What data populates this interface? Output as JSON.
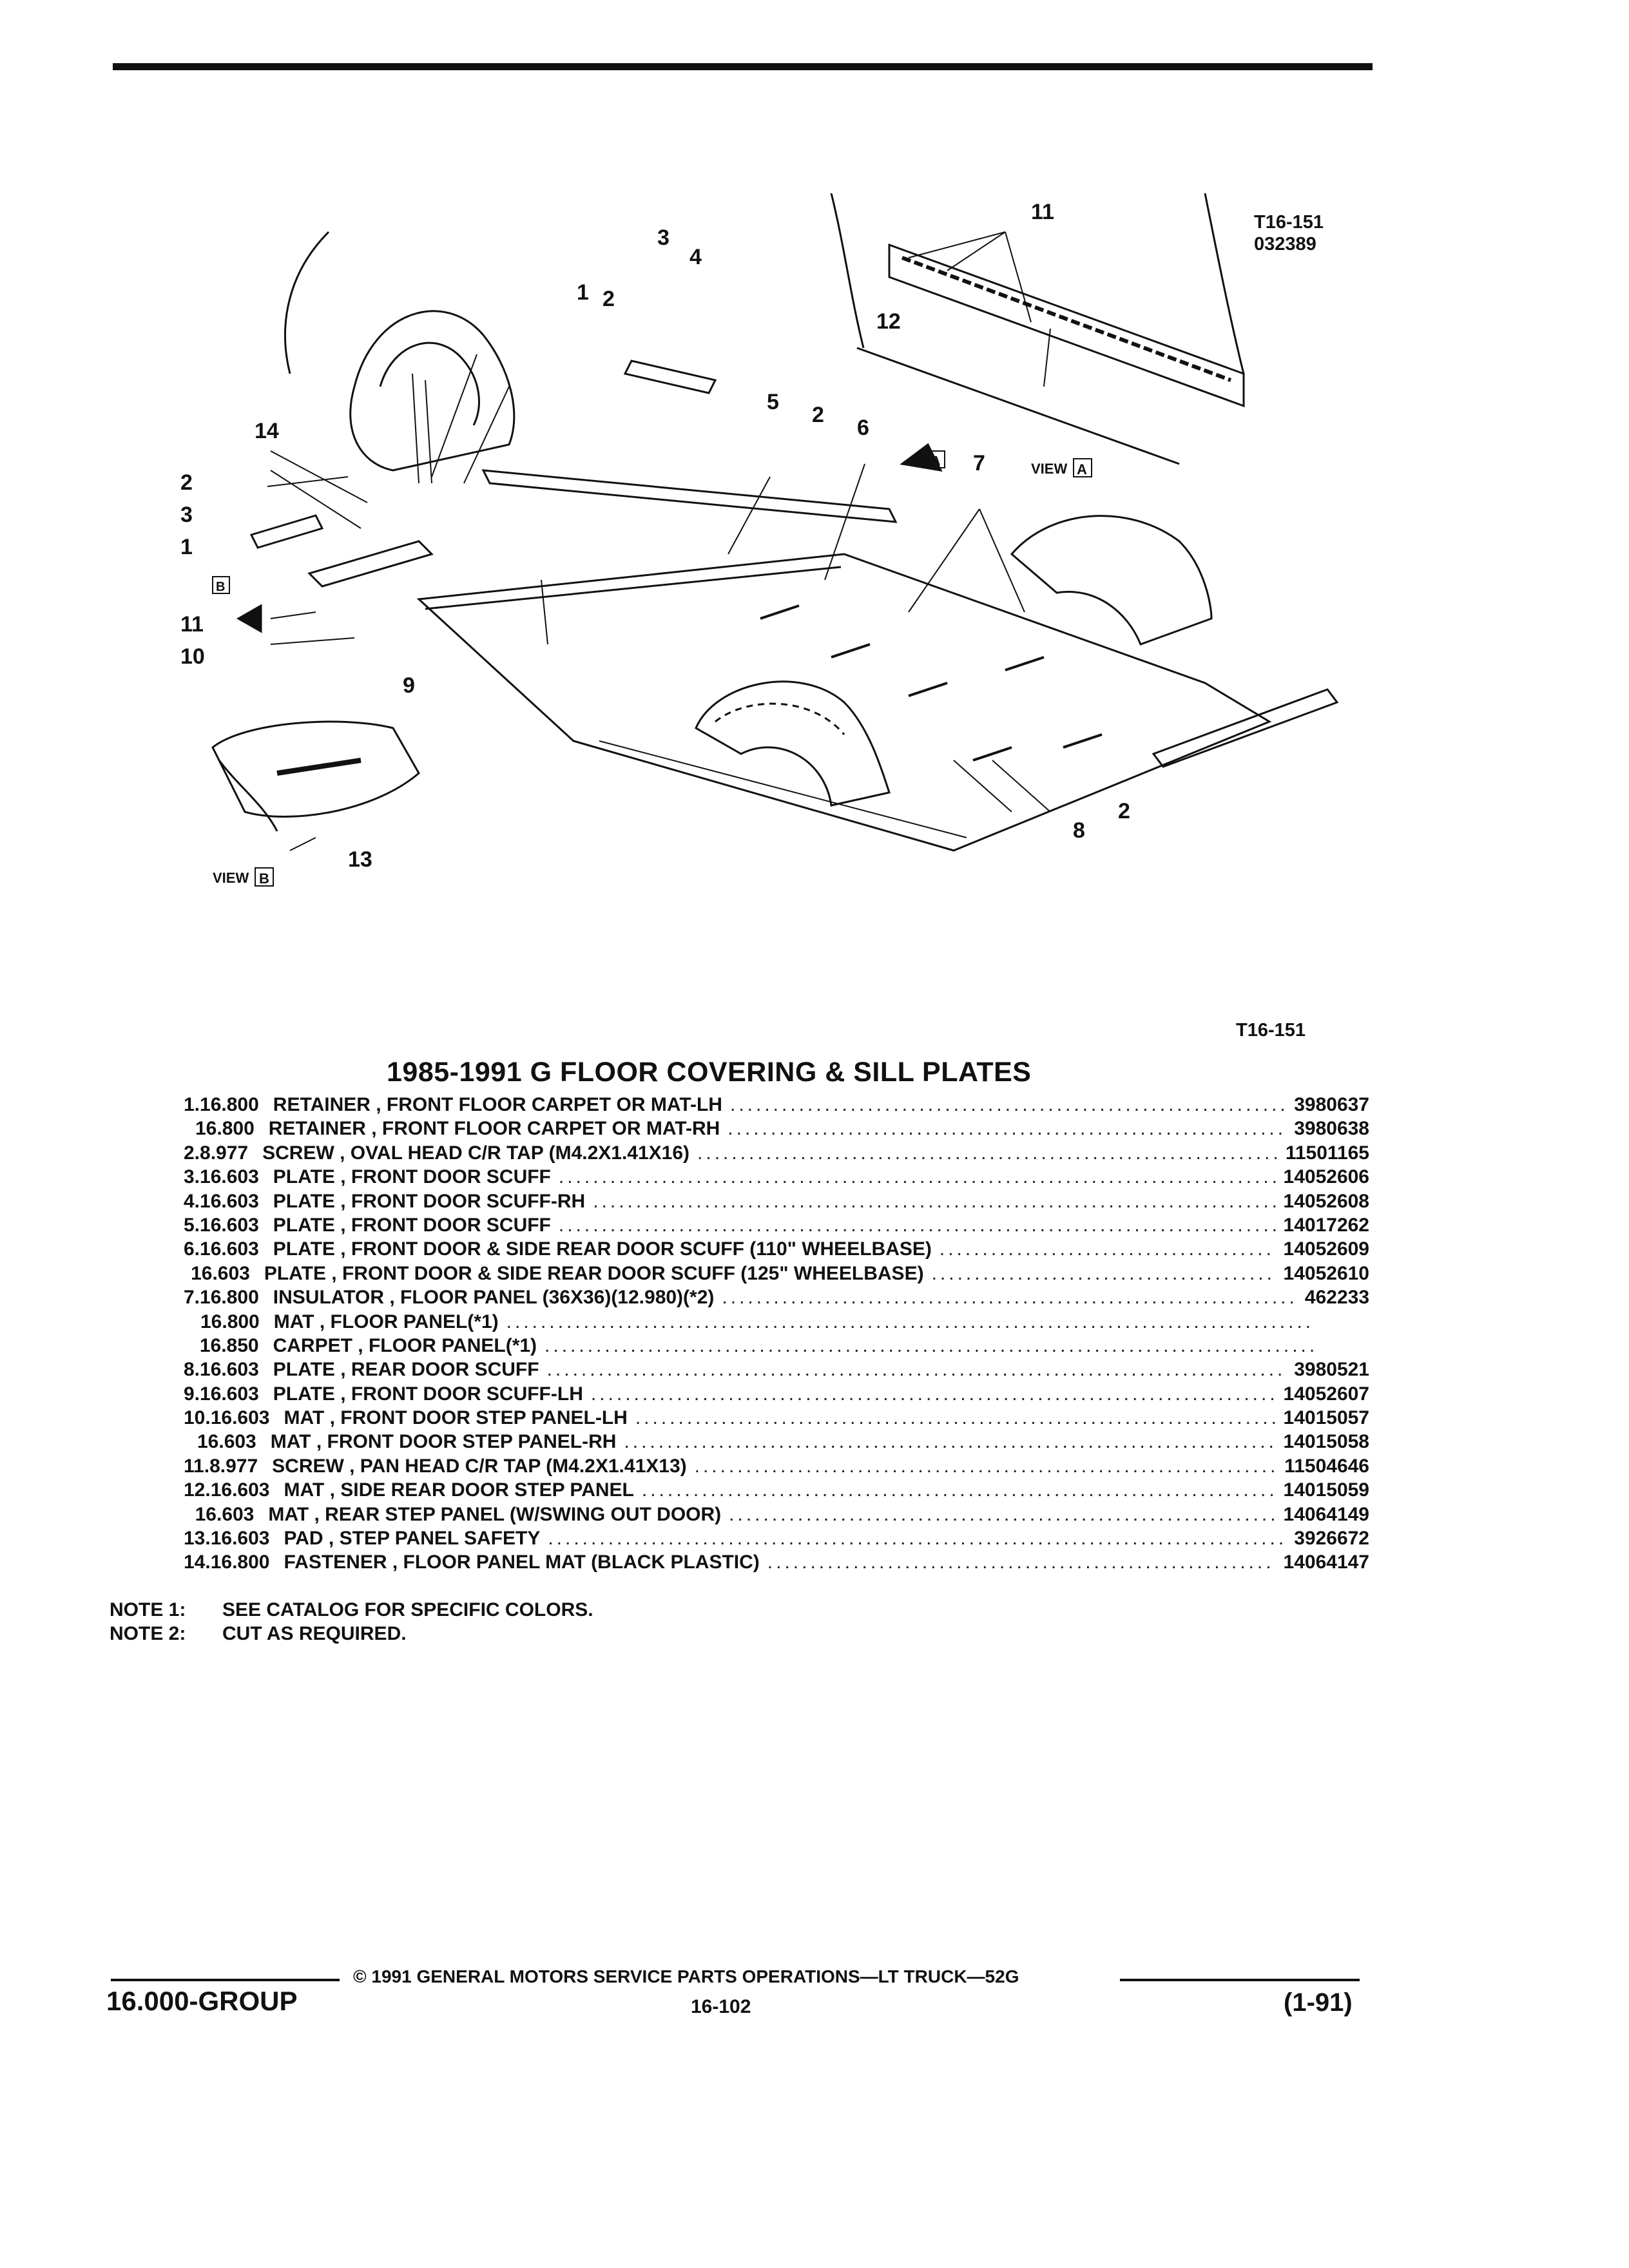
{
  "figure": {
    "code": "T16-151",
    "date_code": "032389",
    "code_bottom": "T16-151",
    "view_a_label": "VIEW",
    "view_a_letter": "A",
    "view_b_label": "VIEW",
    "view_b_letter": "B",
    "callouts": [
      "1",
      "2",
      "3",
      "4",
      "5",
      "6",
      "7",
      "8",
      "9",
      "10",
      "11",
      "12",
      "13",
      "14"
    ]
  },
  "title": "1985-1991 G FLOOR COVERING & SILL PLATES",
  "parts": [
    {
      "num": "1.",
      "group": "16.800",
      "desc": "RETAINER , FRONT FLOOR CARPET OR MAT-LH",
      "part": "3980637"
    },
    {
      "num": "",
      "group": "16.800",
      "desc": "RETAINER , FRONT FLOOR CARPET OR MAT-RH",
      "part": "3980638"
    },
    {
      "num": "2.",
      "group": "8.977",
      "desc": "SCREW , OVAL HEAD C/R TAP (M4.2X1.41X16)",
      "part": "11501165"
    },
    {
      "num": "3.",
      "group": "16.603",
      "desc": "PLATE , FRONT DOOR SCUFF",
      "part": "14052606"
    },
    {
      "num": "4.",
      "group": "16.603",
      "desc": "PLATE , FRONT DOOR SCUFF-RH",
      "part": "14052608"
    },
    {
      "num": "5.",
      "group": "16.603",
      "desc": "PLATE , FRONT DOOR SCUFF",
      "part": "14017262"
    },
    {
      "num": "6.",
      "group": "16.603",
      "desc": "PLATE , FRONT DOOR & SIDE REAR DOOR SCUFF (110\" WHEELBASE)",
      "part": "14052609"
    },
    {
      "num": "",
      "group": "16.603",
      "desc": "PLATE , FRONT DOOR & SIDE REAR DOOR SCUFF (125\" WHEELBASE)",
      "part": "14052610"
    },
    {
      "num": "7.",
      "group": "16.800",
      "desc": "INSULATOR , FLOOR PANEL (36X36)(12.980)(*2)",
      "part": "462233"
    },
    {
      "num": "",
      "group": "16.800",
      "desc": "MAT , FLOOR PANEL(*1)",
      "part": ""
    },
    {
      "num": "",
      "group": "16.850",
      "desc": "CARPET , FLOOR PANEL(*1)",
      "part": ""
    },
    {
      "num": "8.",
      "group": "16.603",
      "desc": "PLATE , REAR DOOR SCUFF",
      "part": "3980521"
    },
    {
      "num": "9.",
      "group": "16.603",
      "desc": "PLATE , FRONT DOOR SCUFF-LH",
      "part": "14052607"
    },
    {
      "num": "10.",
      "group": "16.603",
      "desc": "MAT , FRONT DOOR STEP PANEL-LH",
      "part": "14015057"
    },
    {
      "num": "",
      "group": "16.603",
      "desc": "MAT , FRONT DOOR STEP PANEL-RH",
      "part": "14015058"
    },
    {
      "num": "11.",
      "group": "8.977",
      "desc": "SCREW , PAN HEAD C/R TAP (M4.2X1.41X13)",
      "part": "11504646"
    },
    {
      "num": "12.",
      "group": "16.603",
      "desc": "MAT , SIDE REAR DOOR STEP PANEL",
      "part": "14015059"
    },
    {
      "num": "",
      "group": "16.603",
      "desc": "MAT , REAR STEP PANEL (W/SWING OUT DOOR)",
      "part": "14064149"
    },
    {
      "num": "13.",
      "group": "16.603",
      "desc": "PAD , STEP PANEL SAFETY",
      "part": "3926672"
    },
    {
      "num": "14.",
      "group": "16.800",
      "desc": "FASTENER , FLOOR PANEL MAT (BLACK PLASTIC)",
      "part": "14064147"
    }
  ],
  "notes": [
    {
      "label": "NOTE 1:",
      "text": "SEE CATALOG FOR SPECIFIC COLORS."
    },
    {
      "label": "NOTE 2:",
      "text": "CUT AS REQUIRED."
    }
  ],
  "footer": {
    "copyright": "© 1991 GENERAL MOTORS SERVICE PARTS OPERATIONS—LT TRUCK—52G",
    "group": "16.000-GROUP",
    "page": "16-102",
    "revision": "(1-91)"
  }
}
